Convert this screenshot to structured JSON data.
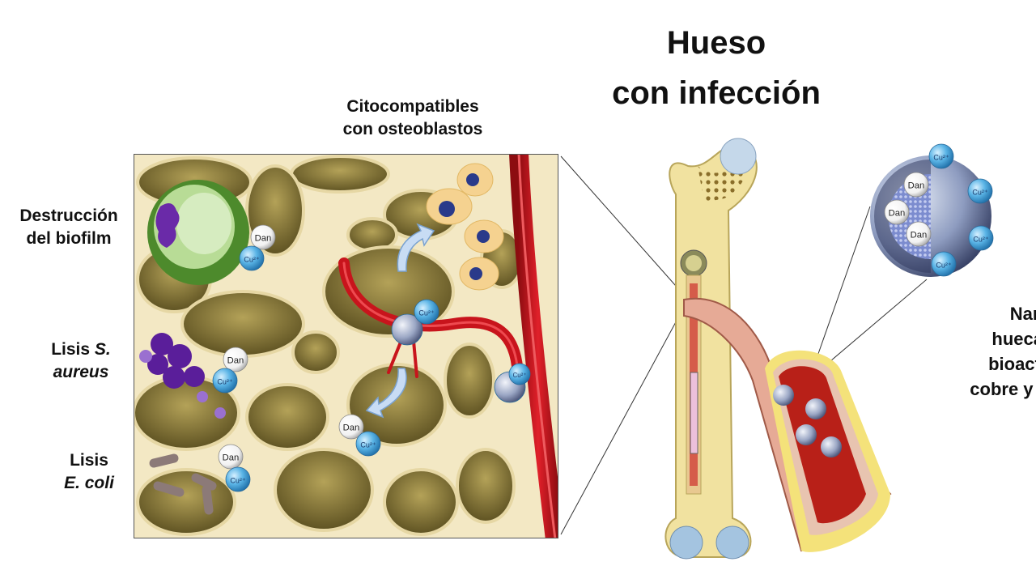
{
  "title": {
    "line1": "Hueso",
    "line2": "con infección"
  },
  "labels": {
    "citocompatibles": {
      "line1": "Citocompatibles",
      "line2": "con osteoblastos"
    },
    "biofilm": {
      "line1": "Destrucción",
      "line2": "del biofilm"
    },
    "saureus": {
      "line1_plain": "Lisis ",
      "line1_italic": "S.",
      "line2_italic": "aureus"
    },
    "ecoli": {
      "line1": "Lisis",
      "line2_italic": "E. coli"
    },
    "nanoparticles": [
      "Nanopar",
      "huecas de",
      "bioactivo c",
      "cobre y danc"
    ]
  },
  "particles": {
    "dan": "Dan",
    "cu": "Cu²⁺"
  },
  "colors": {
    "bone": "#f3e8c4",
    "pore": "#8a7a3a",
    "vessel": "#c8141c",
    "cu": "#5ab4e6",
    "biofilm": "#4d8a2c",
    "bacteria": "#6a2aa8"
  }
}
